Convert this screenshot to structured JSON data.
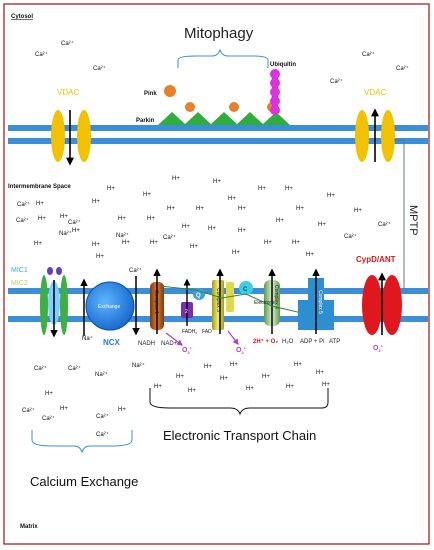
{
  "regions": {
    "cytosol": "Cytosol",
    "intermembrane": "Intermembrane Space",
    "matrix": "Matrix"
  },
  "headings": {
    "mitophagy": "Mitophagy",
    "etc": "Electronic Transport Chain",
    "calcium": "Calcium Exchange",
    "mptp": "MPTP"
  },
  "proteins": {
    "pink": "Pink",
    "parkin": "Parkin",
    "ubiquitin": "Ubiquitin",
    "vdac_left": "VDAC",
    "vdac_right": "VDAC",
    "cypd": "CypD/ANT",
    "mic1": "MIC1",
    "mic2": "MIC2",
    "exchange": "Exchange",
    "ncx": "NCX",
    "complex1": "Complex 1",
    "complex2": "2",
    "complex3": "Complex 3",
    "complex4": "Complex 4",
    "complex5": "Complex 5",
    "q": "Q",
    "c": "C",
    "electrons": "Electrons"
  },
  "reactions": {
    "nadh": "NADH",
    "nad": "NAD+",
    "fadh2": "FADH",
    "fadh2_sub": "2",
    "fad": "FAD",
    "o2_a": "O",
    "o2_b": "O",
    "o2_c": "O",
    "o2_sup": "2",
    "o2_charge": "•-",
    "water": "2H⁺ + O₂",
    "water_b": "H₂O",
    "adp": "ADP + Pi",
    "atp": "ATP"
  },
  "ions": {
    "ca": "Ca²⁺",
    "h": "H+",
    "na": "Na²⁺",
    "na_single": "Na⁺"
  },
  "colors": {
    "membrane": "#3b8fd9",
    "vdac": "#f2c200",
    "cypd": "#e0181e",
    "mitophagy_title": "#222222",
    "vdac_label": "#f2c200",
    "cypd_label": "#d8161c",
    "mic1_label": "#3aa9e0",
    "mic2_label": "#c9c95a",
    "ncx_label": "#2a7fd4",
    "superoxide": "#b23ad0",
    "border": "#b02020"
  }
}
